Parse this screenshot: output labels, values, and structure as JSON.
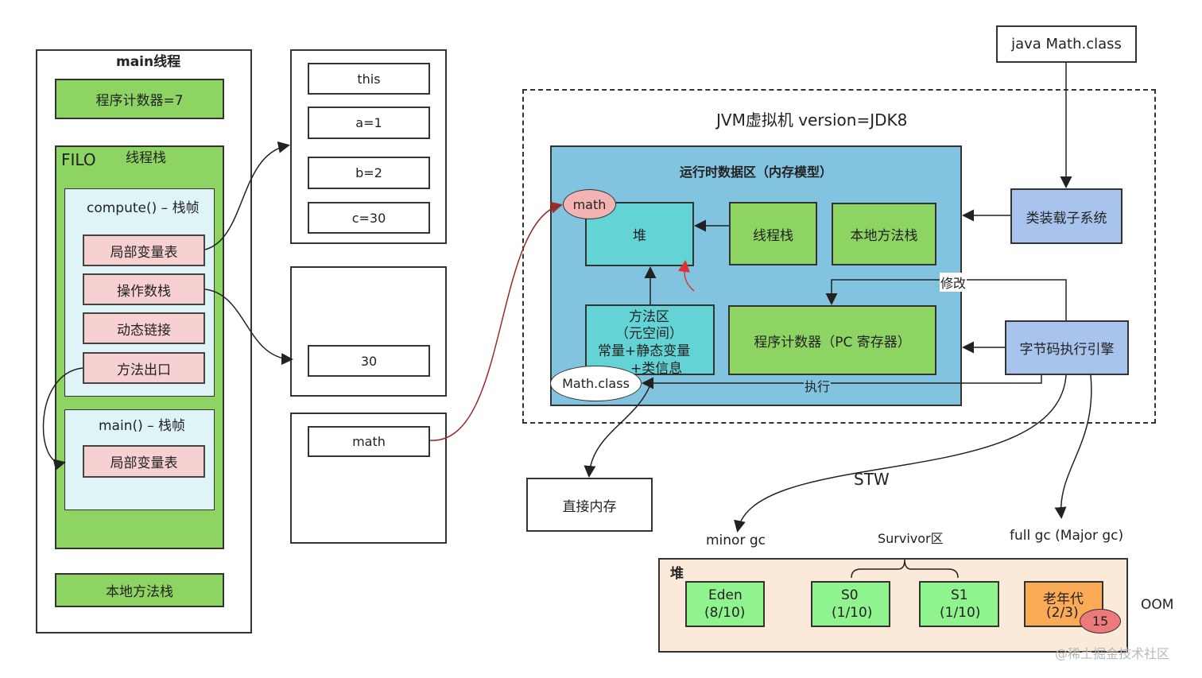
{
  "thread": {
    "title": "main线程",
    "program_counter": "程序计数器=7",
    "filo": "FILO",
    "stack_title": "线程栈",
    "compute_frame": {
      "title": "compute() – 栈帧",
      "items": [
        "局部变量表",
        "操作数栈",
        "动态链接",
        "方法出口"
      ]
    },
    "main_frame": {
      "title": "main() – 栈帧",
      "items": [
        "局部变量表"
      ]
    },
    "native_stack": "本地方法栈"
  },
  "local_vars": [
    "this",
    "a=1",
    "b=2",
    "c=30"
  ],
  "operand_stack": [
    "30"
  ],
  "main_locals": [
    "math"
  ],
  "jvm": {
    "title": "JVM虚拟机 version=JDK8",
    "runtime_title": "运行时数据区（内存模型）",
    "heap": "堆",
    "math_obj": "math",
    "thread_stack": "线程栈",
    "native_stack": "本地方法栈",
    "method_area_lines": [
      "方法区",
      "（元空间）",
      "常量+静态变量",
      "+类信息"
    ],
    "math_class": "Math.class",
    "pc_register": "程序计数器（PC 寄存器）",
    "class_loader": "类装载子系统",
    "bytecode_engine": "字节码执行引擎",
    "modify_label": "修改",
    "execute_label": "执行"
  },
  "class_file": "java Math.class",
  "direct_memory": "直接内存",
  "gc": {
    "stw": "STW",
    "minor": "minor gc",
    "survivor": "Survivor区",
    "full": "full gc (Major gc)",
    "heap_label": "堆",
    "eden": [
      "Eden",
      "(8/10)"
    ],
    "s0": [
      "S0",
      "(1/10)"
    ],
    "s1": [
      "S1",
      "(1/10)"
    ],
    "old": [
      "老年代",
      "(2/3)"
    ],
    "age": "15",
    "oom": "OOM"
  },
  "watermark": "@稀土掘金技术社区"
}
